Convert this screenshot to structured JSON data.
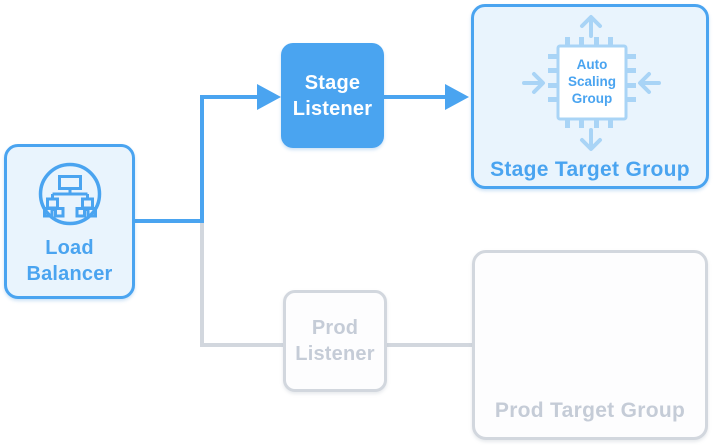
{
  "diagram": {
    "nodes": {
      "load_balancer": {
        "label": "Load Balancer",
        "icon": "load-balancer-tree-icon"
      },
      "stage_listener": {
        "label": "Stage Listener"
      },
      "prod_listener": {
        "label": "Prod Listener"
      },
      "stage_target_group": {
        "label": "Stage Target Group",
        "chip_label": "Auto Scaling Group",
        "icon": "auto-scaling-group-chip-icon"
      },
      "prod_target_group": {
        "label": "Prod Target Group"
      }
    },
    "edges": [
      {
        "from": "Load Balancer",
        "to": "Stage Listener",
        "color": "blue",
        "arrowhead": true
      },
      {
        "from": "Stage Listener",
        "to": "Stage Target Group",
        "color": "blue",
        "arrowhead": true
      },
      {
        "from": "Load Balancer",
        "to": "Prod Listener",
        "color": "gray",
        "arrowhead": false
      },
      {
        "from": "Prod Listener",
        "to": "Prod Target Group",
        "color": "gray",
        "arrowhead": false
      }
    ],
    "colors": {
      "accent_blue": "#4aa4f0",
      "light_blue_fill": "#e9f4fd",
      "soft_blue": "#a9d4f6",
      "gray_border": "#d2d7de",
      "gray_text": "#c5ccd7",
      "white": "#ffffff"
    }
  }
}
